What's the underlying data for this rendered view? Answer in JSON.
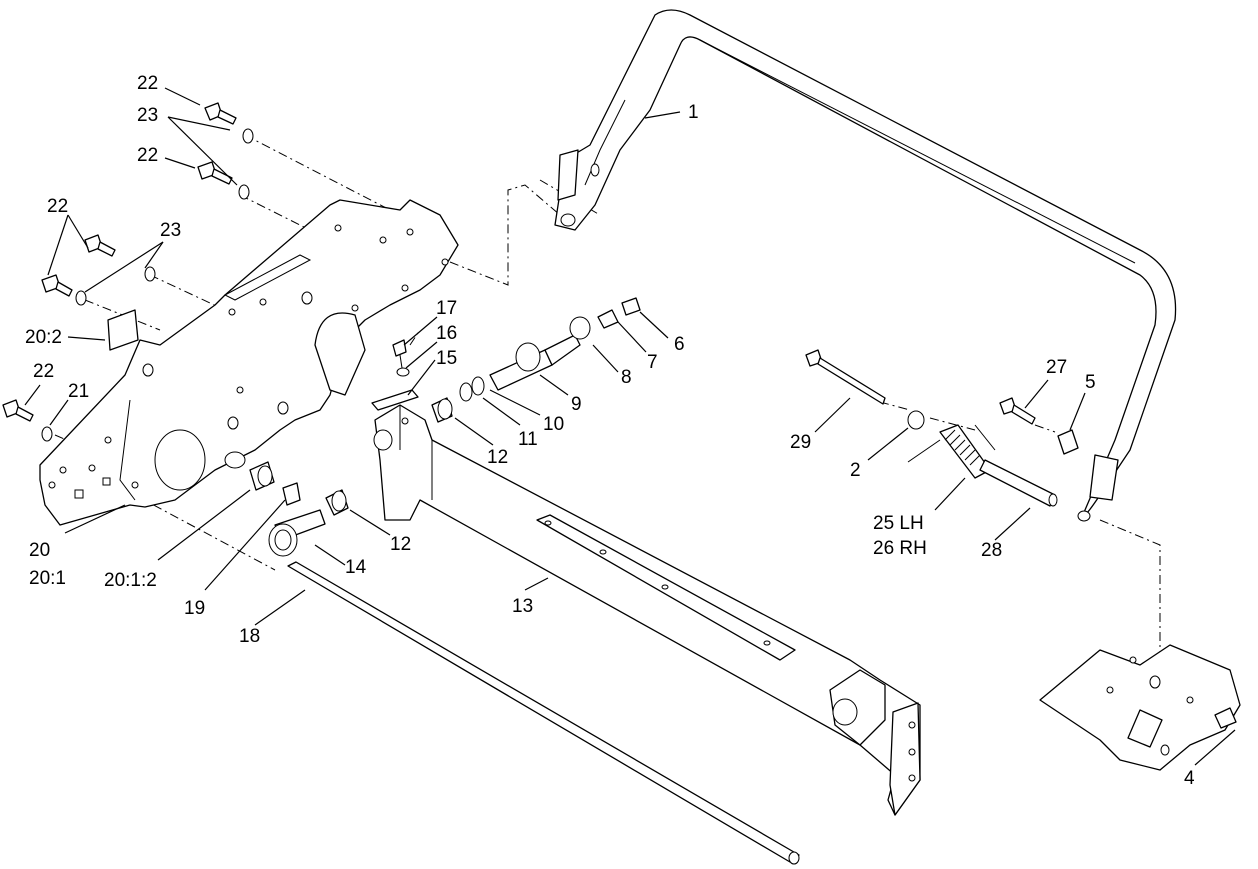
{
  "callouts": {
    "c1": "1",
    "c2": "2",
    "c4": "4",
    "c5": "5",
    "c6": "6",
    "c7": "7",
    "c8": "8",
    "c9": "9",
    "c10": "10",
    "c11": "11",
    "c12a": "12",
    "c12b": "12",
    "c13": "13",
    "c14": "14",
    "c15": "15",
    "c16": "16",
    "c17": "17",
    "c18": "18",
    "c19": "19",
    "c20": "20",
    "c20_1": "20:1",
    "c20_1_2": "20:1:2",
    "c20_2": "20:2",
    "c21": "21",
    "c22a": "22",
    "c22b": "22",
    "c22c": "22",
    "c22d": "22",
    "c23a": "23",
    "c23b": "23",
    "c25": "25 LH",
    "c26": "26 RH",
    "c27": "27",
    "c28": "28",
    "c29": "29"
  }
}
